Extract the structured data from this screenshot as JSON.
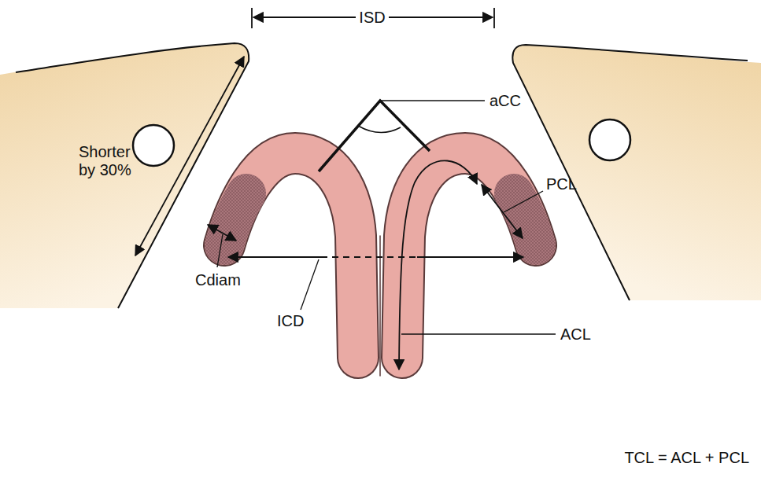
{
  "diagram": {
    "labels": [
      "ISD",
      "aCC",
      "Shorter by 30%",
      "PCL",
      "Cdiam",
      "ICD",
      "ACL",
      "TCL = ACL + PCL"
    ]
  }
}
